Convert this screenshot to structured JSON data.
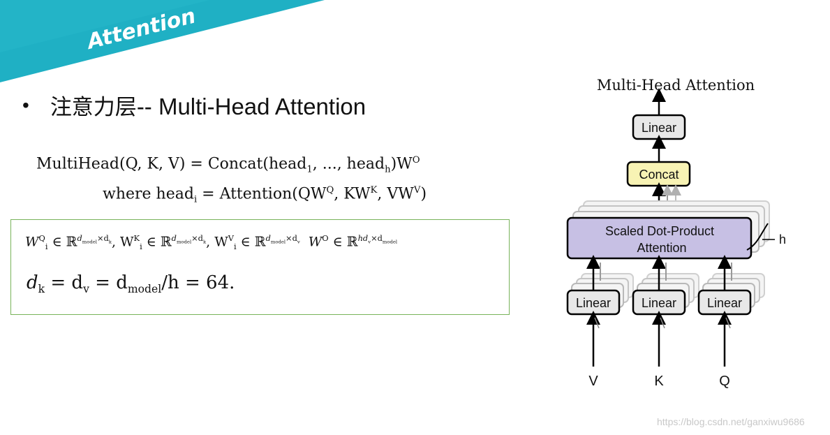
{
  "banner": {
    "title": "Attention",
    "color": "#1fb0c4"
  },
  "bullet": {
    "text_cjk": "注意力层",
    "text_en": "-- Multi-Head Attention"
  },
  "equations": {
    "multihead_func": "MultiHead",
    "multihead_args": "(Q, K, V) = Concat(head",
    "multihead_sub1": "1",
    "multihead_mid": ", ..., head",
    "multihead_subh": "h",
    "multihead_end": ")W",
    "multihead_supO": "O",
    "where_text": "where head",
    "where_sub_i": "i",
    "where_eq": " = Attention(QW",
    "sup_Q": "Q",
    "sub_i": "i",
    "comma_K": ", KW",
    "sup_K": "K",
    "comma_V": ", VW",
    "sup_V": "V",
    "close": ")",
    "box_line1_a": "W",
    "box_line1_in": " ∈ ℝ",
    "box_dmodel": "d",
    "box_model": "model",
    "box_times": "×d",
    "box_k": "k",
    "box_v": "v",
    "box_comma": ", W",
    "box_WO": "W",
    "box_O": "O",
    "box_hdv": "hd",
    "box_line2": "d",
    "box_line2_k": "k",
    "box_line2_eq1": " = d",
    "box_line2_v": "v",
    "box_line2_eq2": " = d",
    "box_line2_model": "model",
    "box_line2_end": "/h = 64."
  },
  "diagram": {
    "title": "Multi-Head Attention",
    "linear_top": "Linear",
    "concat": "Concat",
    "sdpa_line1": "Scaled Dot-Product",
    "sdpa_line2": "Attention",
    "h_label": "h",
    "linear_v": "Linear",
    "linear_k": "Linear",
    "linear_q": "Linear",
    "input_v": "V",
    "input_k": "K",
    "input_q": "Q",
    "colors": {
      "linear": "#e8e8e8",
      "concat": "#f8f3b4",
      "sdpa": "#c7c0e4"
    }
  },
  "watermark": "https://blog.csdn.net/ganxiwu9686"
}
